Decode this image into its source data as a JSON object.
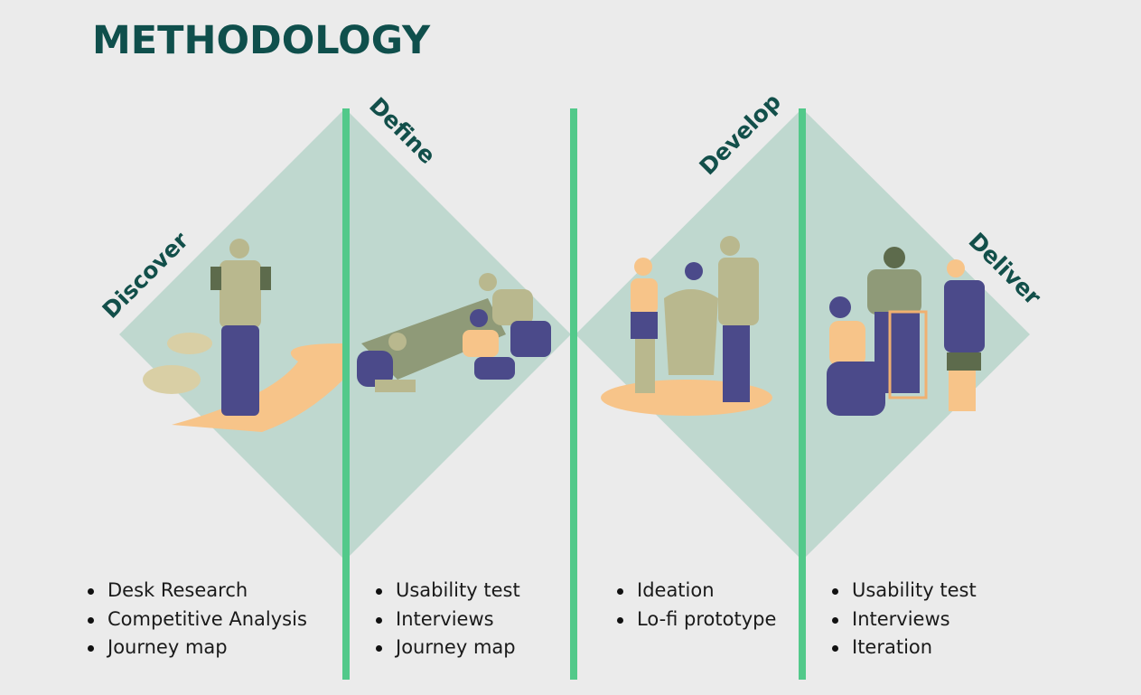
{
  "title": "METHODOLOGY",
  "colors": {
    "title": "#0f4f4c",
    "divider": "#52c98a",
    "diamond": "#bfd8cf",
    "figure_dark": "#4b4a8a",
    "figure_light": "#b9b88e",
    "ground": "#f7c489"
  },
  "phases": [
    {
      "label": "Discover",
      "items": [
        "Desk Research",
        "Competitive Analysis",
        "Journey map"
      ]
    },
    {
      "label": "Define",
      "items": [
        "Usability test",
        "Interviews",
        "Journey map"
      ]
    },
    {
      "label": "Develop",
      "items": [
        "Ideation",
        "Lo-fi prototype"
      ]
    },
    {
      "label": "Deliver",
      "items": [
        "Usability test",
        "Interviews",
        "Iteration"
      ]
    }
  ]
}
